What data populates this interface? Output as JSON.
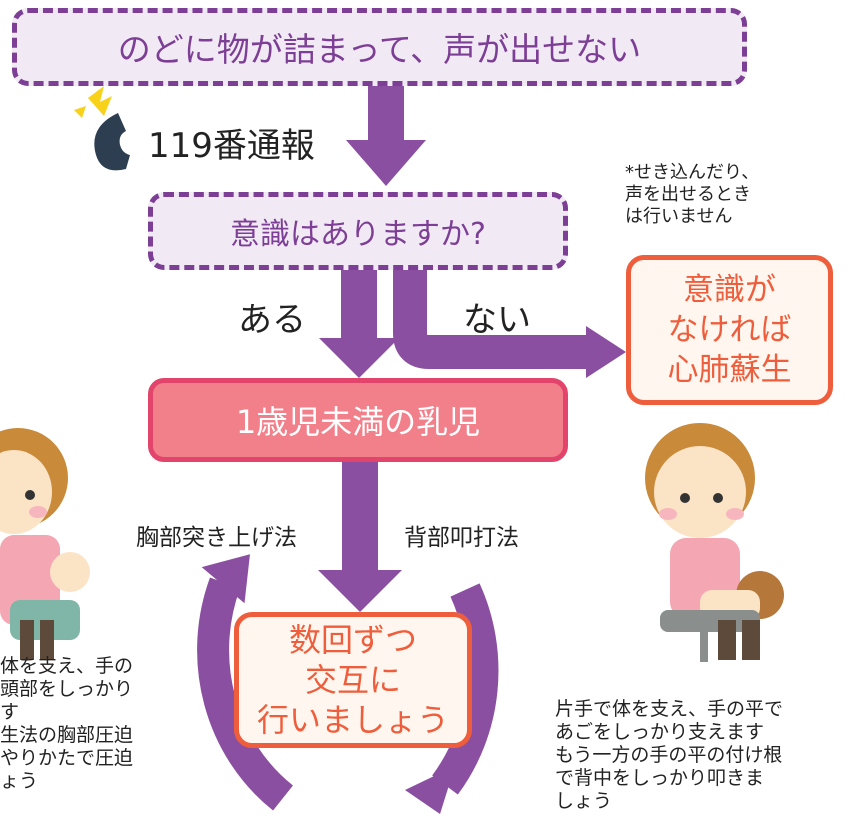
{
  "top_box": "のどに物が詰まって、声が出せない",
  "emergency_call": "119番通報",
  "question_box": "意識はありますか?",
  "branch_yes": "ある",
  "branch_no": "ない",
  "note": "*せき込んだり、\n声を出せるとき\nは行いません",
  "no_consciousness_box": "意識が\nなければ\n心肺蘇生",
  "infant_box": "1歳児未満の乳児",
  "method_left": "胸部突き上げ法",
  "method_right": "背部叩打法",
  "alternate_box": "数回ずつ\n交互に\n行いましょう",
  "left_instruction": "体を支え、手の\n頭部をしっかり\nす\n生法の胸部圧迫\nやりかたで圧迫\nょう",
  "right_instruction": "片手で体を支え、手の平で\nあごをしっかり支えます\nもう一方の手の平の付け根\nで背中をしっかり叩きま\nしょう",
  "colors": {
    "purple": "#8b4fa1",
    "pink": "#f2808b",
    "orange": "#ee5e3c"
  }
}
